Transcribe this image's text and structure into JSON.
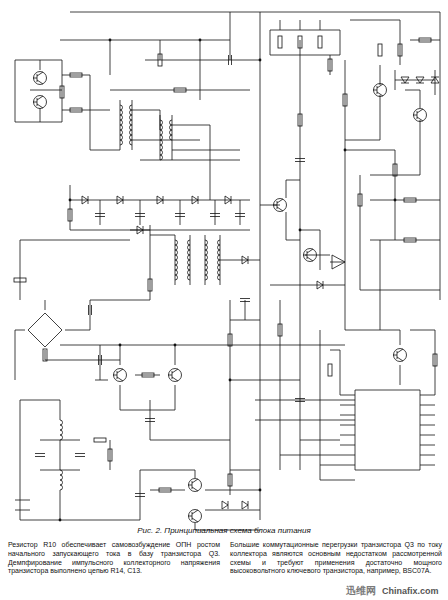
{
  "diagram": {
    "caption": "Рис. 2. Принципиальная схема блока питания",
    "labels": [
      "Резистор R10 обеспечивает самовозбуждение ОПН ростом начального запускающего тока в базу транзистора Q3. Демпфирование импульсного коллекторного напряжения транзистора выполнено цепью R14, C13.",
      "Большие коммутационные перегрузки транзистора Q3 по току коллектора являются основным недостатком рассмотренной схемы и требуют применения достаточно мощного высоковольтного ключевого транзистора, например, BSC07A.",
      "迅维网",
      "Chinafix.com"
    ]
  }
}
